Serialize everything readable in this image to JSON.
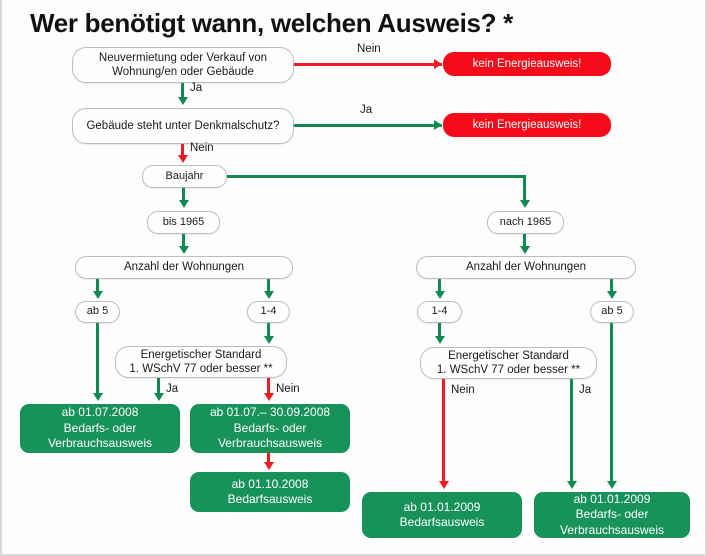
{
  "title": "Wer benötigt wann, welchen Ausweis? *",
  "colors": {
    "green_fill": "#17935a",
    "green_line": "#118a52",
    "red_fill": "#f40a18",
    "red_line": "#ed1c24",
    "node_border": "#bdbdbd",
    "background": "#fdfdfd"
  },
  "nodes": {
    "start": "Neuvermietung oder Verkauf von Wohnung/en oder Gebäude",
    "denkmalschutz": "Gebäude steht unter Denkmalschutz?",
    "baujahr": "Baujahr",
    "bis1965": "bis 1965",
    "nach1965": "nach 1965",
    "anzahl_left": "Anzahl der Wohnungen",
    "anzahl_right": "Anzahl der Wohnungen",
    "left_ab5": "ab 5",
    "left_1_4": "1-4",
    "right_1_4": "1-4",
    "right_ab5": "ab 5",
    "standard_left": "Energetischer Standard 1. WSchV 77 oder besser **",
    "standard_left_line1": "Energetischer Standard",
    "standard_left_line2": "1. WSchV 77 oder besser **",
    "standard_right_line1": "Energetischer Standard",
    "standard_right_line2": "1. WSchV 77 oder besser **"
  },
  "terminals": {
    "no_pass_1": "kein Energieausweis!",
    "no_pass_2": "kein Energieausweis!",
    "green_a_line1": "ab 01.07.2008",
    "green_a_line2": "Bedarfs- oder",
    "green_a_line3": "Verbrauchsausweis",
    "green_b_line1": "ab 01.07.– 30.09.2008",
    "green_b_line2": "Bedarfs- oder",
    "green_b_line3": "Verbrauchsausweis",
    "green_c_line1": "ab 01.10.2008",
    "green_c_line2": "Bedarfsausweis",
    "green_d_line1": "ab 01.01.2009",
    "green_d_line2": "Bedarfsausweis",
    "green_e_line1": "ab 01.01.2009",
    "green_e_line2": "Bedarfs- oder",
    "green_e_line3": "Verbrauchsausweis"
  },
  "edges": {
    "nein_1": "Nein",
    "ja_1": "Ja",
    "ja_2": "Ja",
    "nein_2": "Nein",
    "ja_left_standard": "Ja",
    "nein_left_standard": "Nein",
    "nein_right_standard": "Nein",
    "ja_right_standard": "Ja"
  }
}
